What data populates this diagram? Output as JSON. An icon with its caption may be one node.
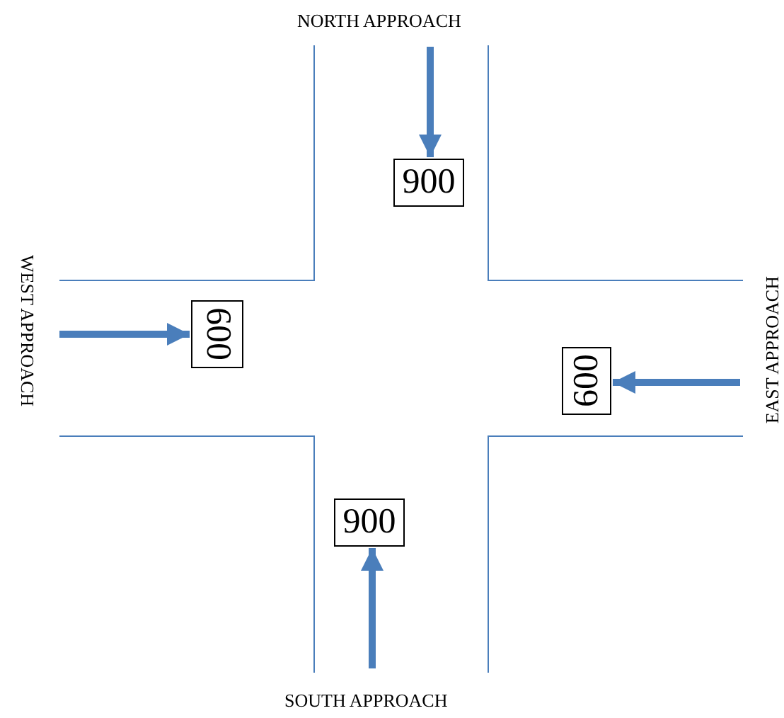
{
  "diagram": {
    "nodes": [
      {
        "text": [
          "900"
        ]
      },
      {
        "text": [
          "600"
        ]
      },
      {
        "text": [
          "600"
        ]
      },
      {
        "text": [
          "900"
        ]
      }
    ],
    "edges": [
      {
        "from": null,
        "to": 0,
        "arrow": "to"
      },
      {
        "from": null,
        "to": 1,
        "arrow": "to"
      },
      {
        "from": null,
        "to": 2,
        "arrow": "to"
      },
      {
        "from": null,
        "to": 3,
        "arrow": "to"
      }
    ],
    "labels": [
      "NORTH APPROACH",
      "WEST APPROACH",
      "EAST APPROACH",
      "SOUTH APPROACH"
    ]
  }
}
